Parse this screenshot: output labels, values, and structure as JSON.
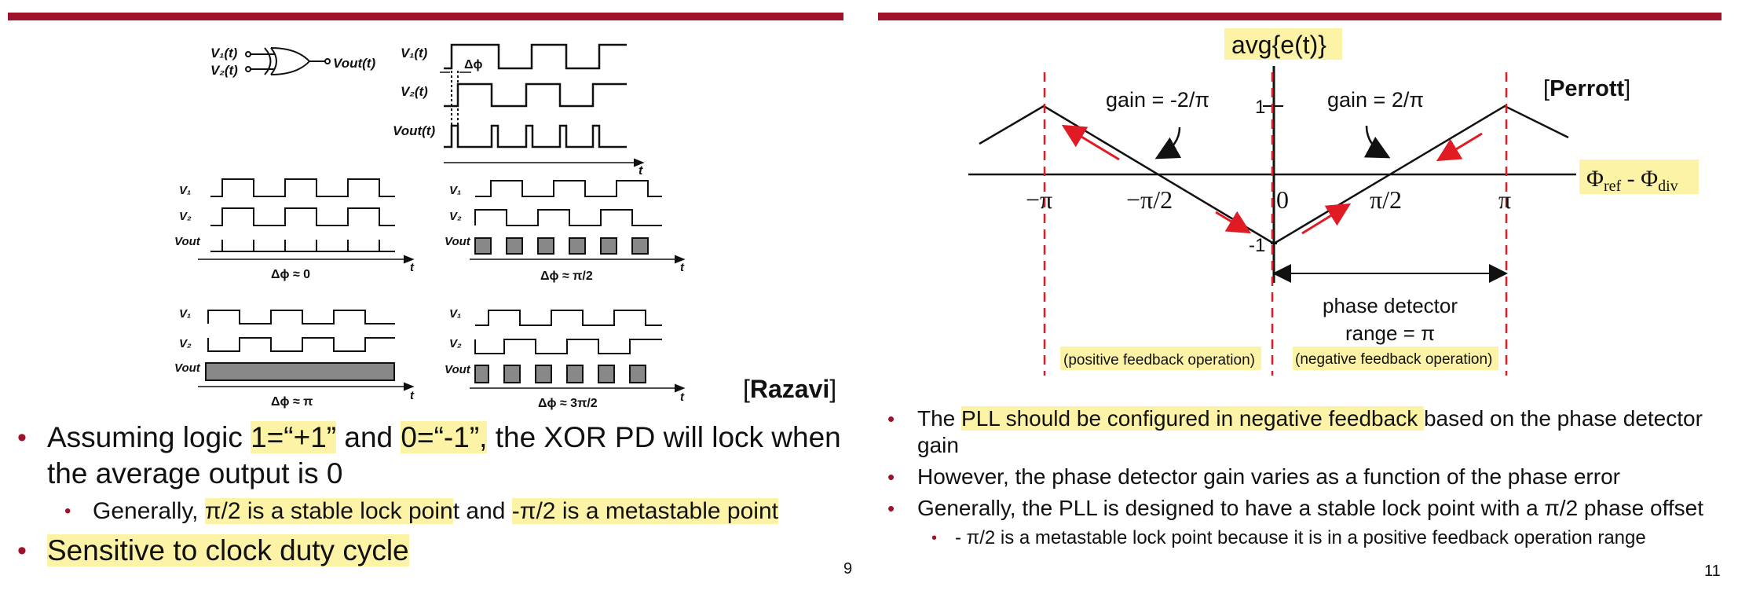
{
  "left_slide": {
    "figure": {
      "gate_inputs": [
        "V₁(t)",
        "V₂(t)"
      ],
      "gate_output": "Vout(t)",
      "timing_labels": [
        "V₁(t)",
        "V₂(t)",
        "Vout(t)"
      ],
      "delta_phi": "Δϕ",
      "time_label": "t",
      "panel_labels": [
        "V₁",
        "V₂",
        "Vout"
      ],
      "captions": [
        "Δϕ ≈ 0",
        "Δϕ ≈ π/2",
        "Δϕ ≈ π",
        "Δϕ ≈ 3π/2"
      ]
    },
    "citation": "Razavi",
    "bullets": {
      "b1_text1": "Assuming logic ",
      "b1_hl1": "1=“+1”",
      "b1_text2": " and ",
      "b1_hl2": "0=“-1”,",
      "b1_text3": " the XOR PD will lock when the average output is 0",
      "b2_text1": "Generally, ",
      "b2_hl1": "π/2 is a stable lock poin",
      "b2_text2": "t and ",
      "b2_hl2": "-π/2 is a metastable point",
      "b3_hl": "Sensitive to clock duty cycle"
    },
    "page_number": "9"
  },
  "right_slide": {
    "plot": {
      "ylabel": "avg{e(t)}",
      "xlabel": "Φref - Φdiv",
      "y_ticks": [
        "1",
        "-1"
      ],
      "x_ticks": [
        "−π",
        "−π/2",
        "0",
        "π/2",
        "π"
      ],
      "gain_neg": "gain = -2/π",
      "gain_pos": "gain = 2/π",
      "range_label_1": "phase detector",
      "range_label_2": "range = π",
      "pos_fb": "(positive feedback operation)",
      "neg_fb": "(negative feedback operation)",
      "citation": "Perrott"
    },
    "bullets": {
      "b1_text1": "The ",
      "b1_hl": "PLL should be configured in negative feedback ",
      "b1_text2": "based on the phase detector gain",
      "b2": "However, the phase detector gain varies as a function of the phase error",
      "b3": "Generally, the PLL is designed to have a stable lock point with a π/2 phase offset",
      "b4": "- π/2 is a metastable lock point because it is in a positive feedback operation range"
    },
    "page_number": "11"
  },
  "colors": {
    "accent": "#a0122a",
    "highlight": "#fdf3a6",
    "dashed_line": "#e01b24",
    "arrow": "#e01b24"
  }
}
